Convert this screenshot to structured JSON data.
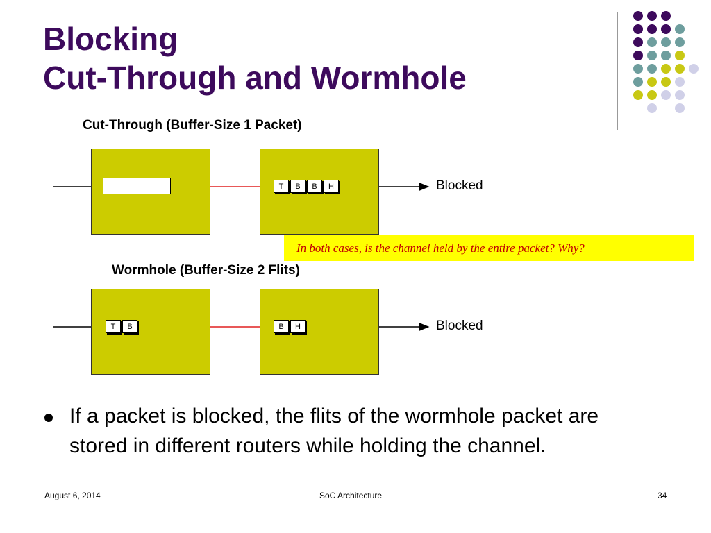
{
  "title_line1": "Blocking",
  "title_line2": "Cut-Through and Wormhole",
  "cut_through": {
    "heading": "Cut-Through (Buffer-Size 1 Packet)",
    "flits": [
      "T",
      "B",
      "B",
      "H"
    ],
    "blocked_label": "Blocked"
  },
  "note": "In both cases, is the channel held by the entire packet? Why?",
  "wormhole": {
    "heading": "Wormhole (Buffer-Size 2 Flits)",
    "left_flits": [
      "T",
      "B"
    ],
    "right_flits": [
      "B",
      "H"
    ],
    "blocked_label": "Blocked"
  },
  "bullet": "If a packet is blocked, the flits of the wormhole packet are stored in different routers while holding the channel.",
  "footer": {
    "date": "August 6, 2014",
    "center": "SoC Architecture",
    "page": "34"
  },
  "colors": {
    "title": "#3d0a5c",
    "router_fill": "#cccc00",
    "link_arrow": "#e02020",
    "note_bg": "#ffff00",
    "note_text": "#c00000",
    "dot_purple": "#3d0a5c",
    "dot_teal": "#6e9e9e",
    "dot_olive": "#c8c814",
    "dot_lavender": "#d0d0e8"
  }
}
